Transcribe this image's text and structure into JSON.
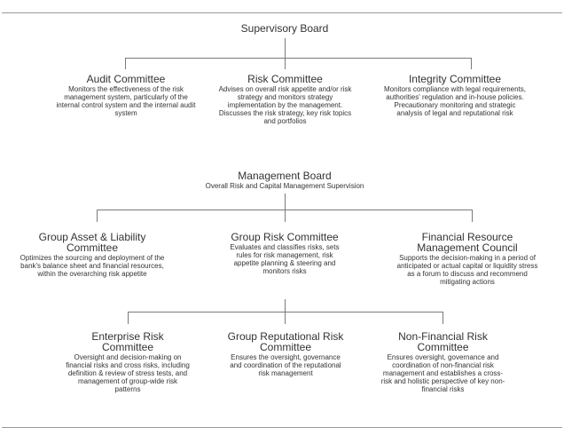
{
  "supervisory_board": {
    "title": "Supervisory Board",
    "committees": [
      {
        "title": "Audit Committee",
        "desc": "Monitors the effectiveness of the risk management system, particularly of the internal control system and the internal audit system"
      },
      {
        "title": "Risk Committee",
        "desc": "Advises on overall risk appetite and/or risk strategy and monitors strategy implementation by the management. Discusses the risk strategy, key risk topics and portfolios"
      },
      {
        "title": "Integrity Committee",
        "desc": "Monitors compliance with legal requirements, authorities' regulation and in-house policies. Precautionary monitoring and strategic analysis of legal and reputational risk"
      }
    ]
  },
  "management_board": {
    "title": "Management Board",
    "subtitle": "Overall Risk and Capital Management Supervision",
    "committees": [
      {
        "title": "Group Asset & Liability Committee",
        "desc": "Optimizes the sourcing and deployment of the bank's balance sheet and financial resources, within the overarching risk appetite"
      },
      {
        "title": "Group Risk Committee",
        "desc": "Evaluates and classifies risks, sets rules for risk management, risk appetite planning & steering and monitors risks"
      },
      {
        "title": "Financial Resource Management Council",
        "desc": "Supports the decision-making in a period of anticipated or actual capital or liquidity stress as a forum to discuss and recommend mitigating actions"
      }
    ]
  },
  "group_risk_committee": {
    "sub_committees": [
      {
        "title": "Enterprise Risk Committee",
        "desc": "Oversight and decision-making on financial risks and cross risks, including definition & review of stress tests, and management of group-wide risk patterns"
      },
      {
        "title": "Group Reputational Risk Committee",
        "desc": "Ensures the oversight, governance and coordination of the reputational risk management"
      },
      {
        "title": "Non-Financial Risk Committee",
        "desc": "Ensures oversight, governance and coordination of non-financial risk management and establishes a cross-risk and holistic perspective of key non-financial risks"
      }
    ]
  }
}
